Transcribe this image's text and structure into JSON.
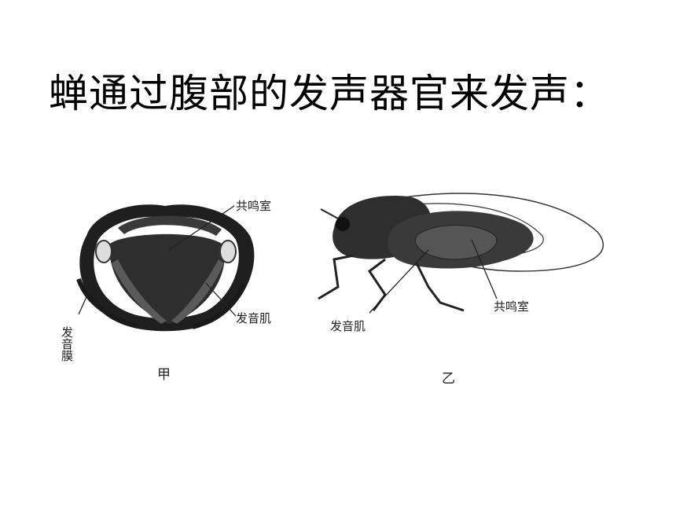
{
  "slide": {
    "title": "蝉通过腹部的发声器官来发声："
  },
  "diagram_a": {
    "caption": "甲",
    "label_chamber": "共鸣室",
    "label_muscle": "发音肌",
    "label_membrane": "发音膜"
  },
  "diagram_b": {
    "caption": "乙",
    "label_chamber": "共鸣室",
    "label_muscle": "发音肌"
  },
  "colors": {
    "ink": "#222222",
    "body_fill": "#2e2e2e",
    "background": "#ffffff"
  }
}
